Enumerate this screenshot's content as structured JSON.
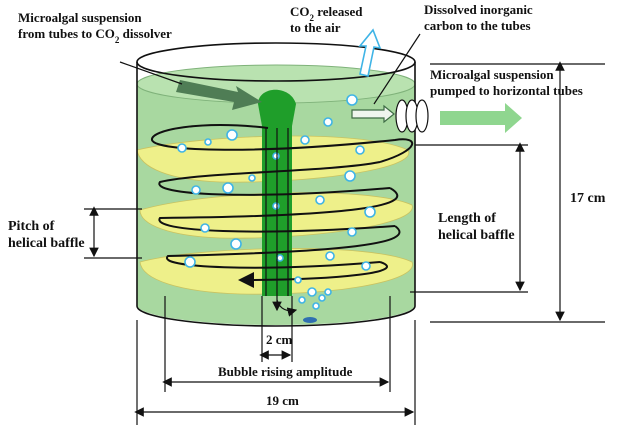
{
  "labels": {
    "suspension_to_dissolver_1": "Microalgal suspension",
    "suspension_to_dissolver_2": "from tubes to CO",
    "suspension_to_dissolver_sub": "2",
    "suspension_to_dissolver_3": " dissolver",
    "co2_released_1": "CO",
    "co2_released_sub": "2",
    "co2_released_2": " released",
    "co2_released_3": "to the air",
    "dissolved_carbon_1": "Dissolved inorganic",
    "dissolved_carbon_2": "carbon to the tubes",
    "pumped_1": "Microalgal suspension",
    "pumped_2": "pumped to horizontal tubes",
    "pitch_1": "Pitch of",
    "pitch_2": "helical baffle",
    "length_1": "Length of",
    "length_2": "helical baffle",
    "height": "17 cm",
    "tube_width": "2 cm",
    "bubble_amplitude": "Bubble rising amplitude",
    "diameter": "19 cm"
  },
  "colors": {
    "water": "#a8d8a0",
    "water_dark": "#8cc986",
    "baffle": "#eef08a",
    "tube": "#1f9e2a",
    "bubble": "#3fb4e6",
    "arrow_green": "#8fd68f",
    "arrow_dark": "#4f7d55",
    "outline": "#111111"
  }
}
